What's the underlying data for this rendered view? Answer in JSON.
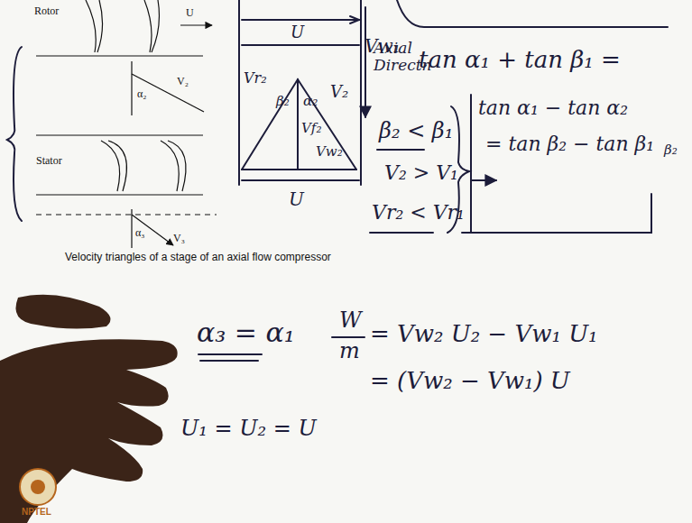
{
  "diagram": {
    "caption": "Velocity triangles of a stage of an axial flow compressor",
    "labels": [
      "Rotor",
      "U",
      "α₂",
      "V₂",
      "Stator",
      "α₃",
      "V₃",
      "Vw₁",
      "U",
      "Vr₂",
      "β₂",
      "α₂",
      "V₂",
      "Vf₂",
      "Vw₂",
      "U",
      "Axial Directn",
      "tan α₁ + tan β₁ =",
      "β₂ < β₁",
      "V₂ > V₁",
      "Vr₂ < Vr₁",
      "tan α₁ − tan α₂",
      "= tan β₂ − tan β₁",
      "β₂",
      "α₃ = α₁",
      "W",
      "m",
      "= Vw₂ U₂ − Vw₁ U₁",
      "= (Vw₂ − Vw₁) U",
      "U₁ = U₂ = U",
      "NPTEL"
    ]
  }
}
